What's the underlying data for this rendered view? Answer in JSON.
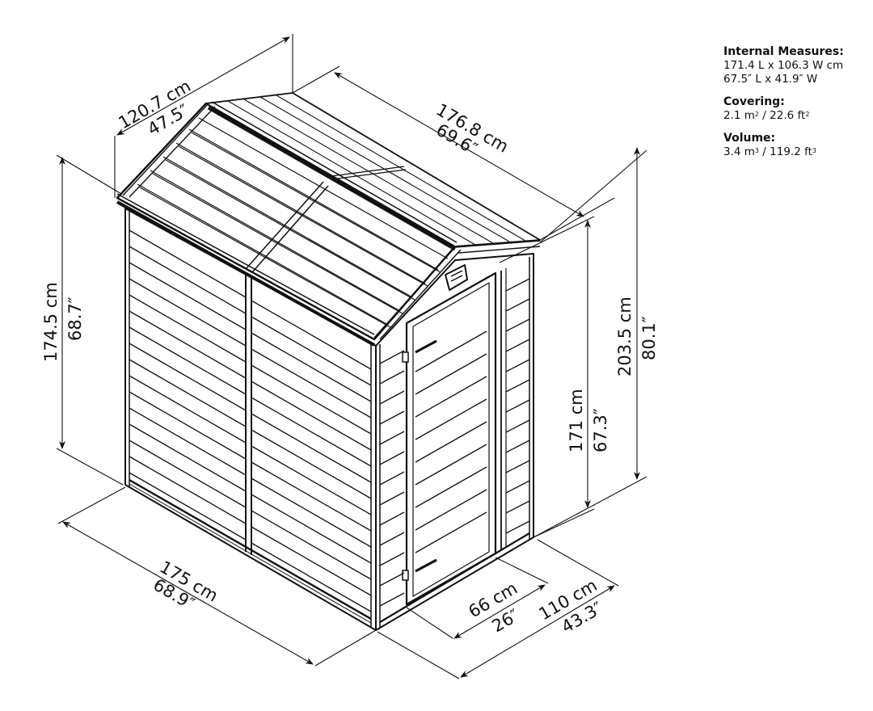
{
  "diagram": {
    "subject": "Garden shed isometric line drawing with dimensions",
    "dimensions": {
      "roof_width": {
        "cm": "120.7 cm",
        "in": "47.5″"
      },
      "roof_length": {
        "cm": "176.8 cm",
        "in": "69.6″"
      },
      "wall_height": {
        "cm": "174.5 cm",
        "in": "68.7″"
      },
      "total_height": {
        "cm": "203.5 cm",
        "in": "80.1″"
      },
      "door_height": {
        "cm": "171 cm",
        "in": "67.3″"
      },
      "base_length": {
        "cm": "175 cm",
        "in": "68.9″"
      },
      "door_width": {
        "cm": "66 cm",
        "in": "26″"
      },
      "base_width": {
        "cm": "110 cm",
        "in": "43.3″"
      }
    }
  },
  "specs": {
    "internal": {
      "title": "Internal Measures:",
      "line1": "171.4 L x 106.3 W cm",
      "line2": "67.5″ L x 41.9″ W"
    },
    "covering": {
      "title": "Covering:",
      "value_m": "2.1 m",
      "exp_m": "2",
      "sep": " / 22.6 ft",
      "exp_ft": "2"
    },
    "volume": {
      "title": "Volume:",
      "value_m": "3.4 m",
      "exp_m": "3",
      "sep": " / 119.2 ft",
      "exp_ft": "3"
    }
  }
}
